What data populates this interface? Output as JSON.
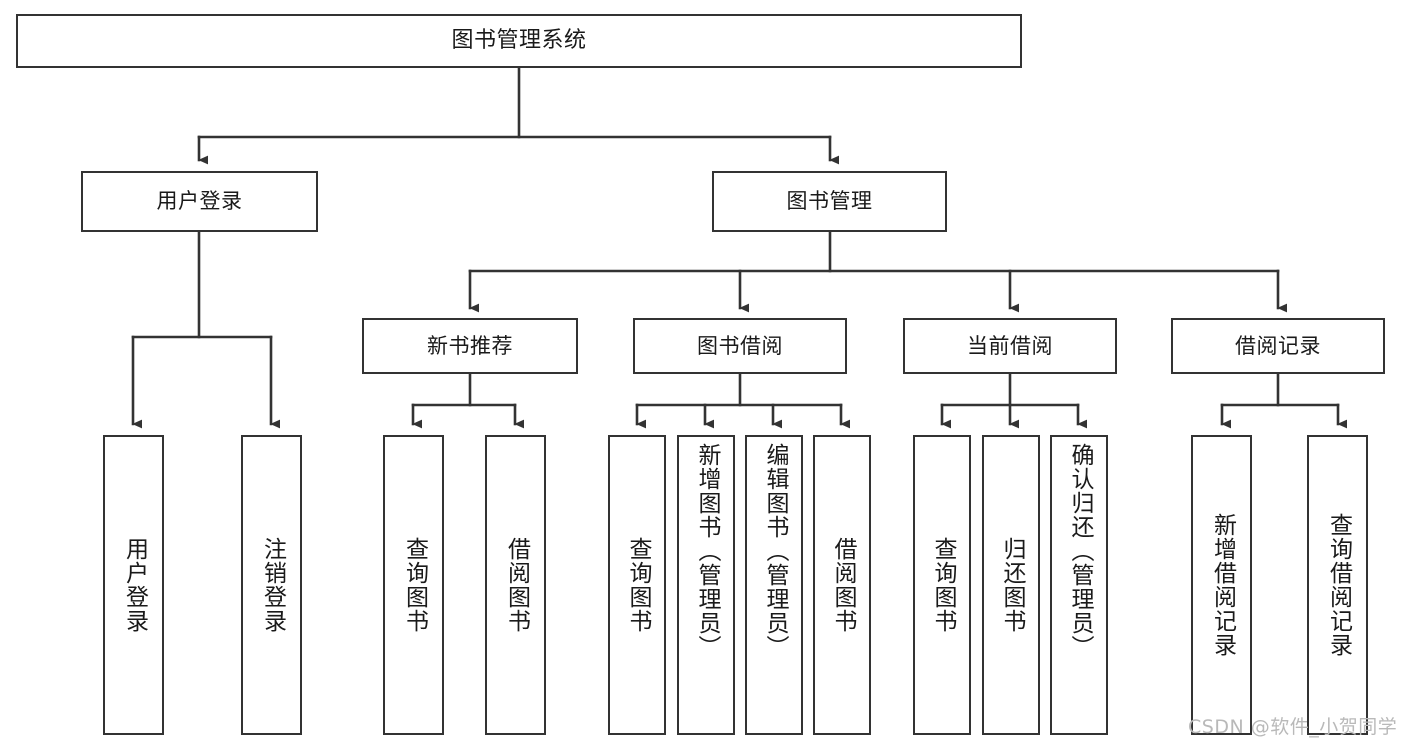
{
  "diagram": {
    "title": "图书管理系统",
    "root": {
      "label": "图书管理系统"
    },
    "level1": [
      {
        "label": "用户登录"
      },
      {
        "label": "图书管理"
      }
    ],
    "level2": [
      {
        "label": "新书推荐"
      },
      {
        "label": "图书借阅"
      },
      {
        "label": "当前借阅"
      },
      {
        "label": "借阅记录"
      }
    ],
    "leaves": {
      "user_login": [
        {
          "label": "用户登录"
        },
        {
          "label": "注销登录"
        }
      ],
      "new_book_recommend": [
        {
          "label": "查询图书"
        },
        {
          "label": "借阅图书"
        }
      ],
      "book_borrow": [
        {
          "label": "查询图书"
        },
        {
          "label": "新增图书（管理员）"
        },
        {
          "label": "编辑图书（管理员）"
        },
        {
          "label": "借阅图书"
        }
      ],
      "current_borrow": [
        {
          "label": "查询图书"
        },
        {
          "label": "归还图书"
        },
        {
          "label": "确认归还（管理员）"
        }
      ],
      "borrow_record": [
        {
          "label": "新增借阅记录"
        },
        {
          "label": "查询借阅记录"
        }
      ]
    }
  },
  "watermark": {
    "text": "CSDN @软件_小贺同学"
  },
  "colors": {
    "line": "#333333",
    "box_border": "#333333",
    "box_fill": "#ffffff",
    "text": "#1a1a1a",
    "watermark": "#b9b9b9",
    "background": "#ffffff"
  }
}
